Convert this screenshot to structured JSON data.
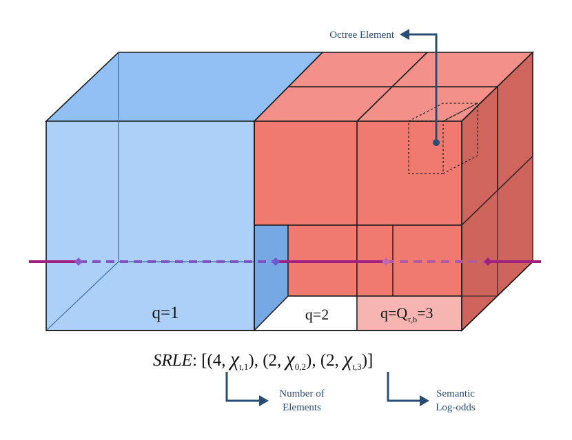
{
  "annotations": {
    "octree_element": "Octree Element",
    "number_of": "Number of",
    "elements": "Elements",
    "semantic": "Semantic",
    "log_odds": "Log-odds"
  },
  "blocks": [
    {
      "label": "q=1"
    },
    {
      "label": "q=2"
    },
    {
      "label_prefix": "q=Q",
      "label_sub": "τ,b",
      "label_suffix": "=3"
    }
  ],
  "srle": {
    "title": "SRLE",
    "open": ": [(4, ",
    "chi_1": "χ",
    "sub_1": "t,1",
    "mid_1": "), (2, ",
    "chi_2": "χ",
    "sub_2": "0,2",
    "mid_2": "), (2, ",
    "chi_3": "χ",
    "sub_3": "t,3",
    "close": ")]"
  },
  "colors": {
    "free_blue": "#a9cdf6",
    "free_blue_top": "#91c1f4",
    "free_blue_dark": "#77a8e0",
    "occupied_red": "#f07a70",
    "occupied_red_top": "#f39089",
    "occupied_red_side": "#d0675f",
    "light_red": "#f6b5b0",
    "ray": "#a0207f",
    "annotation": "#2a4d75"
  }
}
